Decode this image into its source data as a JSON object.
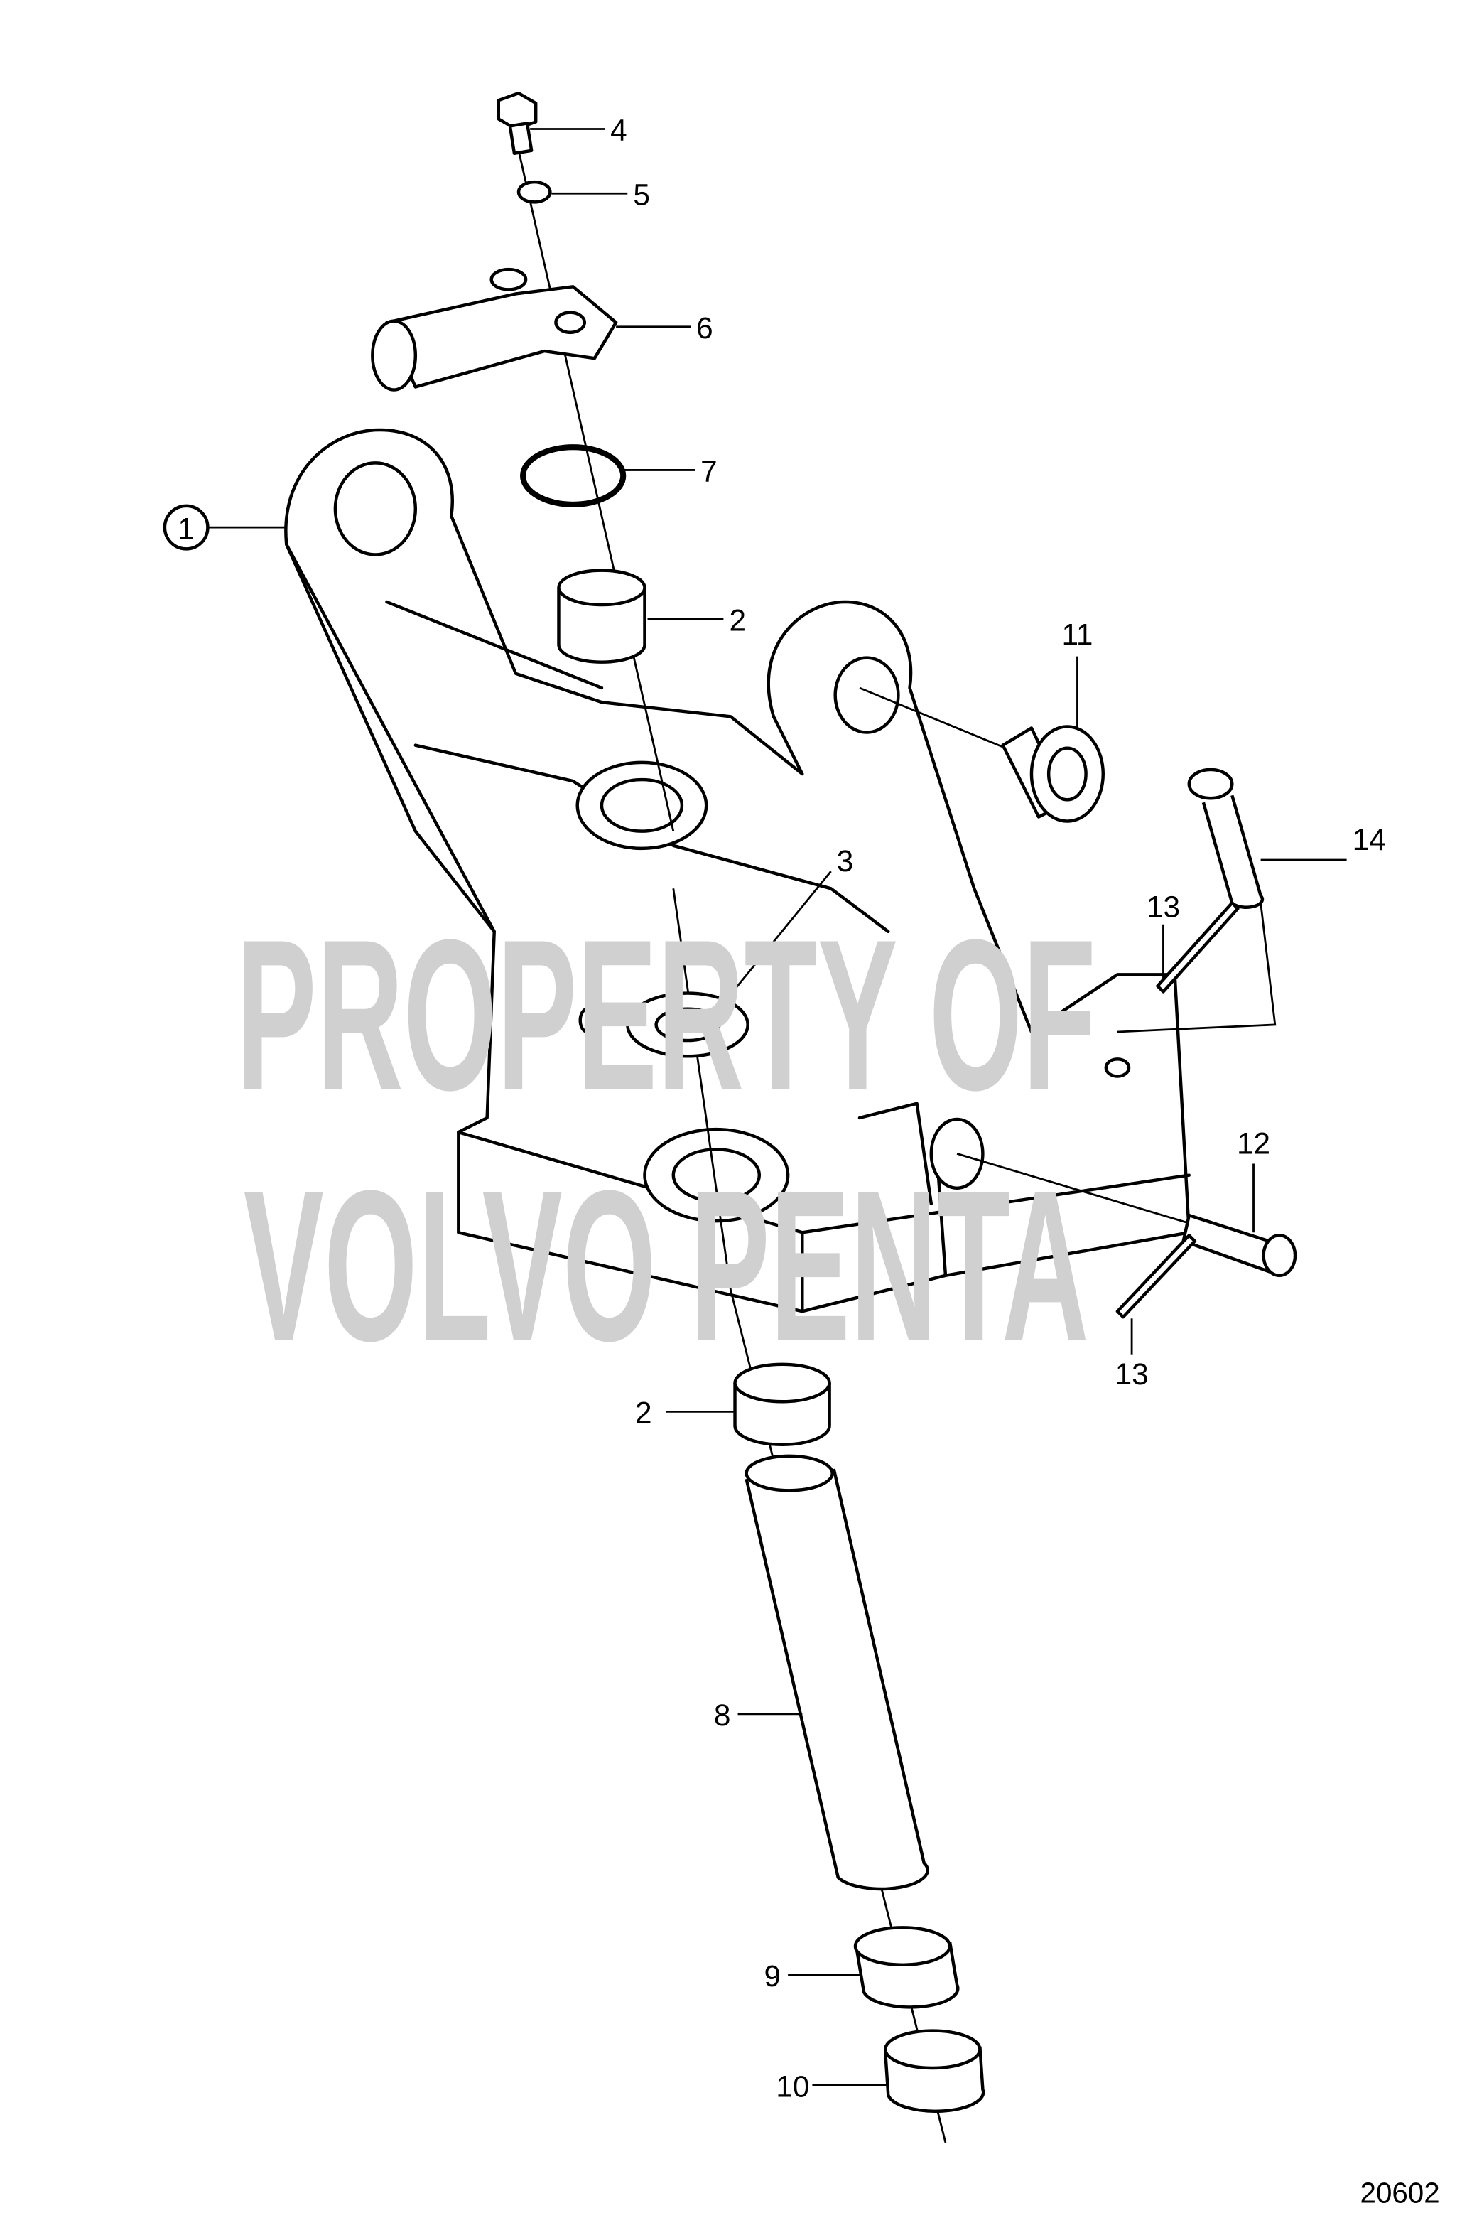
{
  "diagram": {
    "watermark": [
      "PROPERTY OF",
      "VOLVO PENTA"
    ],
    "figure_number": "20602",
    "callouts": {
      "c1": "1",
      "c2_upper": "2",
      "c2_lower": "2",
      "c3": "3",
      "c4": "4",
      "c5": "5",
      "c6": "6",
      "c7": "7",
      "c8": "8",
      "c9": "9",
      "c10": "10",
      "c11": "11",
      "c12": "12",
      "c13_upper": "13",
      "c13_lower": "13",
      "c14": "14"
    }
  }
}
